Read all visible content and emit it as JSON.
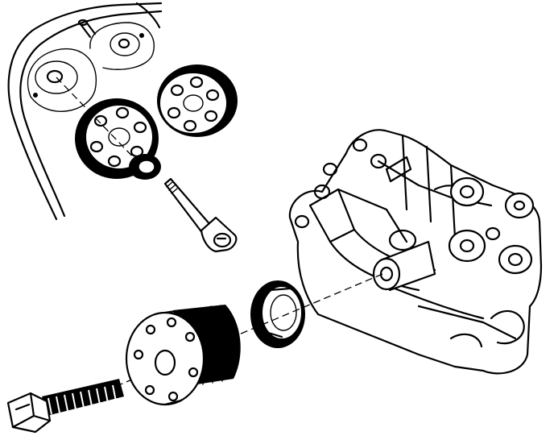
{
  "figure": {
    "parts": [
      {
        "name": "timing-belt-cover",
        "icon": "engine-front-cover"
      },
      {
        "name": "camshaft-sprocket-1",
        "icon": "gear"
      },
      {
        "name": "camshaft-sprocket-2",
        "icon": "gear"
      },
      {
        "name": "sprocket-washer",
        "icon": "washer"
      },
      {
        "name": "sprocket-bolt-upper",
        "icon": "bolt"
      },
      {
        "name": "engine-block-housing",
        "icon": "engine-block"
      },
      {
        "name": "crankshaft-seal",
        "icon": "seal"
      },
      {
        "name": "crankshaft-sprocket",
        "icon": "gear"
      },
      {
        "name": "crankshaft-bolt",
        "icon": "bolt"
      }
    ],
    "line_color": "#000000",
    "background_color": "#ffffff"
  }
}
